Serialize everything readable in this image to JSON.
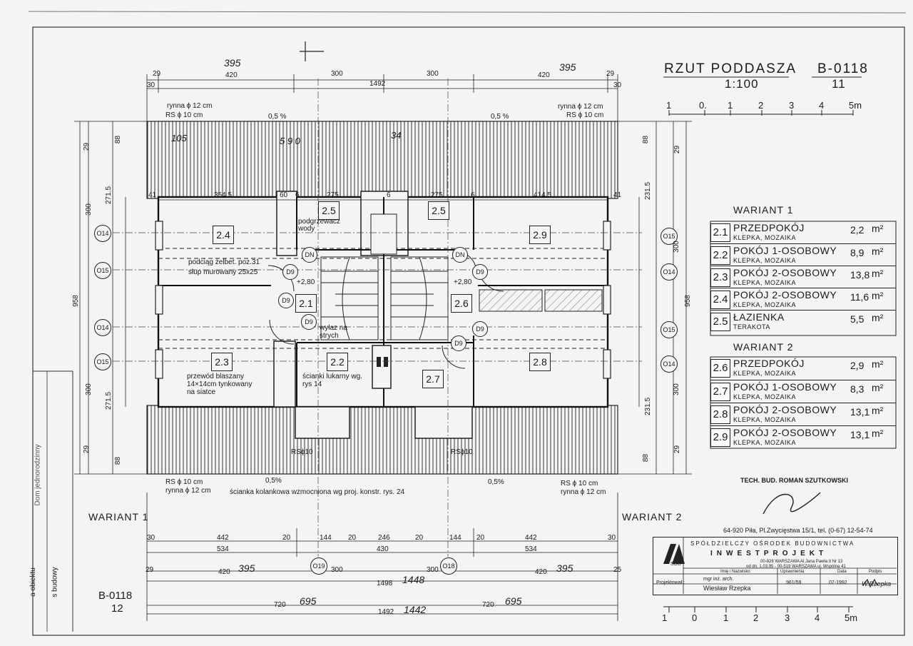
{
  "sheet": {
    "title": "RZUT PODDASZA",
    "scale": "1:100",
    "drawing_no": "B-0118",
    "sheet_no": "11",
    "scale_bar_top": [
      "1",
      "0.",
      "1",
      "2",
      "3",
      "4",
      "5m"
    ],
    "scale_bar_bottom": [
      "1",
      "0",
      "1",
      "2",
      "3",
      "4",
      "5m"
    ],
    "bottom_left_code": "B-0118",
    "bottom_left_sheet": "12",
    "side_text_1": "Dom jednorodzinny",
    "side_text_2": "s budowy",
    "side_text_3": "a obiektu"
  },
  "legend": {
    "wariant1_title": "WARIANT 1",
    "wariant2_title": "WARIANT 2",
    "rooms_w1": [
      {
        "num": "2.1",
        "name": "PRZEDPOKÓJ",
        "finish": "KLEPKA, MOZAIKA",
        "area": "2,2",
        "unit": "m²"
      },
      {
        "num": "2.2",
        "name": "POKÓJ 1-OSOBOWY",
        "finish": "KLEPKA, MOZAIKA",
        "area": "8,9",
        "unit": "m²"
      },
      {
        "num": "2.3",
        "name": "POKÓJ 2-OSOBOWY",
        "finish": "KLEPKA, MOZAIKA",
        "area": "13,8",
        "unit": "m²"
      },
      {
        "num": "2.4",
        "name": "POKÓJ 2-OSOBOWY",
        "finish": "KLEPKA, MOZAIKA",
        "area": "11,6",
        "unit": "m²"
      },
      {
        "num": "2.5",
        "name": "ŁAZIENKA",
        "finish": "TERAKOTA",
        "area": "5,5",
        "unit": "m²"
      }
    ],
    "rooms_w2": [
      {
        "num": "2.6",
        "name": "PRZEDPOKÓJ",
        "finish": "KLEPKA, MOZAIKA",
        "area": "2,9",
        "unit": "m²"
      },
      {
        "num": "2.7",
        "name": "POKÓJ 1-OSOBOWY",
        "finish": "KLEPKA, MOZAIKA",
        "area": "8,3",
        "unit": "m²"
      },
      {
        "num": "2.8",
        "name": "POKÓJ 2-OSOBOWY",
        "finish": "KLEPKA, MOZAIKA",
        "area": "13,1",
        "unit": "m²"
      },
      {
        "num": "2.9",
        "name": "POKÓJ 2-OSOBOWY",
        "finish": "KLEPKA, MOZAIKA",
        "area": "13,1",
        "unit": "m²"
      }
    ]
  },
  "plan": {
    "room_labels": [
      "2.4",
      "2.5",
      "2.5",
      "2.9",
      "2.1",
      "2.6",
      "2.3",
      "2.2",
      "2.7",
      "2.8"
    ],
    "top_dims": [
      "29",
      "420",
      "300",
      "300",
      "420",
      "29"
    ],
    "top_total": "1492",
    "top_hand_1": "395",
    "top_hand_2": "395",
    "top_30_left": "30",
    "top_30_right": "30",
    "gutter_left_1": "rynna ϕ 12 cm",
    "gutter_left_2": "RS ϕ 10 cm",
    "gutter_right_1": "rynna ϕ 12 cm",
    "gutter_right_2": "RS ϕ 10 cm",
    "slope_left": "0,5 %",
    "slope_right": "0,5 %",
    "inner_dims_top": [
      "41",
      "354.5",
      "60",
      "6",
      "275",
      "6",
      "275",
      "6",
      "414.5",
      "41"
    ],
    "hand_105": "105",
    "hand_590": "5 9 0",
    "hand_34": "34",
    "note_heater": "podgrzewacz wody",
    "note_beam": "podciąg żelbet. poz.31",
    "note_pillar": "słup murowany 25x25",
    "note_attic": "wyłaz na strych",
    "note_flue": "przewód blaszany 14×14cm tynkowany na siatce",
    "note_partition": "ścianki lukarny wg. rys 14",
    "level_left": "+2,80",
    "level_right": "+2,80",
    "dn_left": "DN",
    "dn_right": "DN",
    "doors": [
      "D9",
      "D9",
      "D9",
      "D9",
      "D9",
      "D9"
    ],
    "axes_left": [
      "O14",
      "O15",
      "O14",
      "O15"
    ],
    "axes_right": [
      "O15",
      "O14",
      "O15",
      "O14"
    ],
    "axes_bottom": [
      "O19",
      "O18"
    ],
    "left_dims": [
      "29",
      "88",
      "271.5",
      "300",
      "958",
      "300",
      "271.5",
      "88",
      "29"
    ],
    "right_dims": [
      "29",
      "88",
      "231.5",
      "300",
      "958",
      "300",
      "231.5",
      "88",
      "29"
    ],
    "bottom_gutter_left_1": "RS ϕ 10 cm",
    "bottom_gutter_left_2": "rynna ϕ 12 cm",
    "bottom_gutter_right_1": "RS ϕ 10 cm",
    "bottom_gutter_right_2": "rynna ϕ 12 cm",
    "rs_mid_1": "RSϕ10",
    "rs_mid_2": "RSϕ10",
    "bottom_slope_left": "0,5%",
    "bottom_slope_right": "0,5%",
    "knee_wall_note": "ścianka kolankowa wzmocniona wg proj. konstr. rys. 24",
    "variant_left": "WARIANT 1",
    "variant_right": "WARIANT 2",
    "bottom_dims_1": [
      "30",
      "442",
      "20",
      "144",
      "20",
      "246",
      "20",
      "144",
      "20",
      "442",
      "30"
    ],
    "bottom_dims_2": [
      "534",
      "430",
      "534"
    ],
    "bottom_dims_3": [
      "29",
      "420",
      "300",
      "300",
      "420",
      "25"
    ],
    "bottom_hand_1": "395",
    "bottom_hand_2": "395",
    "bottom_total_1": "1498",
    "bottom_hand_total": "1448",
    "bottom_dims_4": [
      "720",
      "695",
      "1492",
      "1442",
      "720",
      "695"
    ]
  },
  "stamp": {
    "tech_name": "TECH. BUD. ROMAN SZUTKOWSKI",
    "address_line": "64-920 Piła, Pl.Zwycięstwa 15/1, tel. (0-67) 12-54-74",
    "org_line1": "SPÓŁDZIELCZY OŚRODEK BUDOWNICTWA",
    "org_line2": "INWESTPROJEKT",
    "logo": "SOB",
    "addr1": "00-828 WARSZAWA Al.Jana Pawła II Nr 13",
    "addr2": "od dn. 1.03.95 - 00-519 WARSZAWA ul. Wspólna 41",
    "col_headers": [
      "Imię i Nazwisko",
      "Uprawnienia",
      "Data",
      "Podpis"
    ],
    "row_label": "Projektował :",
    "designer_title": "mgr inż. arch.",
    "designer_name": "Wiesław Rzepka",
    "license": "961/59",
    "date": "07-1992",
    "signature_mark": "W.Rzepka"
  }
}
